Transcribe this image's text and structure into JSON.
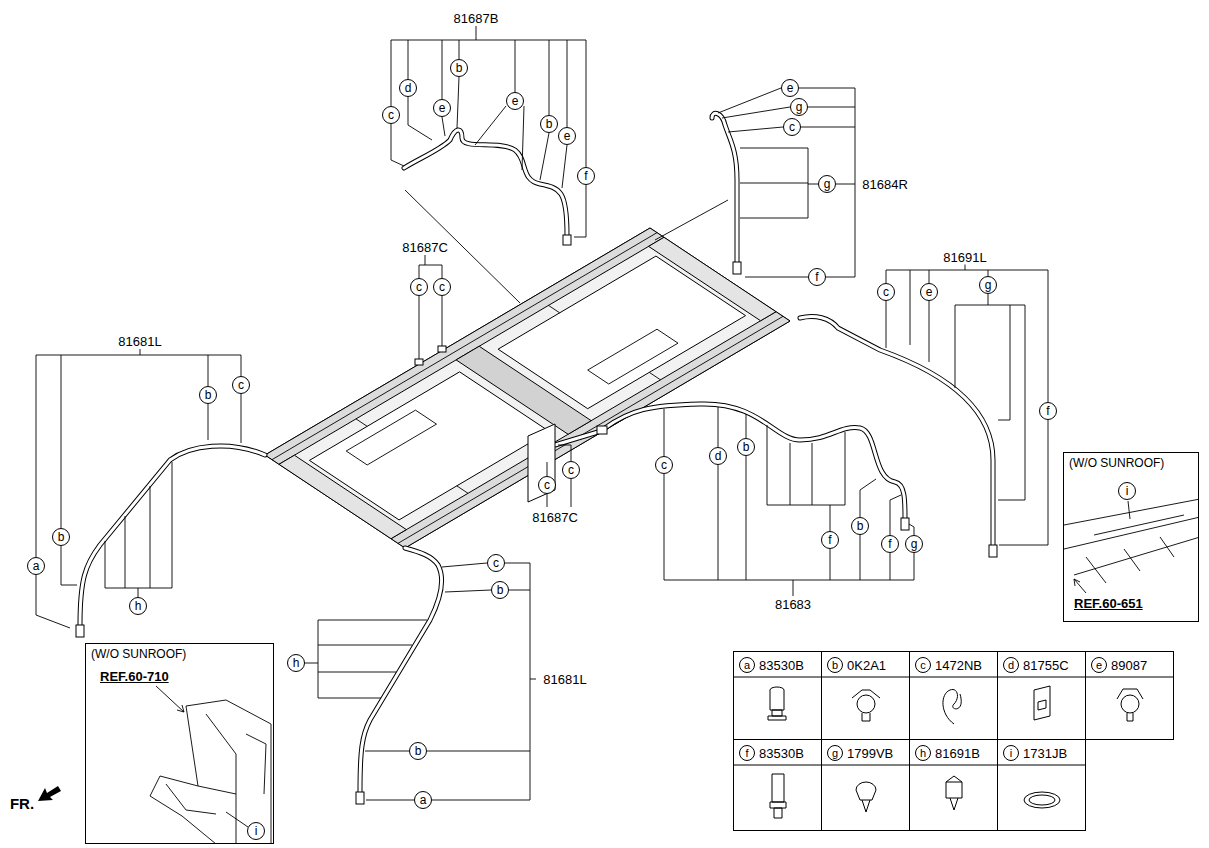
{
  "diagram": {
    "nodes": [
      {
        "text": [
          "(W/O SUNROOF)",
          "REF.60-651"
        ]
      },
      {
        "text": [
          "(W/O SUNROOF)",
          "REF.60-710"
        ]
      },
      {
        "text": [
          "a",
          "83530B"
        ]
      },
      {
        "text": [
          "b",
          "0K2A1"
        ]
      },
      {
        "text": [
          "c",
          "1472NB"
        ]
      },
      {
        "text": [
          "d",
          "81755C"
        ]
      },
      {
        "text": [
          "e",
          "89087"
        ]
      },
      {
        "text": [
          "f",
          "83530B"
        ]
      },
      {
        "text": [
          "g",
          "1799VB"
        ]
      },
      {
        "text": [
          "h",
          "81691B"
        ]
      },
      {
        "text": [
          "i",
          "1731JB"
        ]
      }
    ],
    "labels": [
      "81687B",
      "c",
      "d",
      "e",
      "b",
      "e",
      "b",
      "e",
      "f",
      "e",
      "g",
      "c",
      "g",
      "81684R",
      "f",
      "81687C",
      "c",
      "c",
      "81691L",
      "c",
      "e",
      "g",
      "81681L",
      "b",
      "c",
      "f",
      "c",
      "d",
      "b",
      "c",
      "c",
      "81687C",
      "b",
      "f",
      "f",
      "g",
      "b",
      "a",
      "c",
      "b",
      "81683",
      "h",
      "h",
      "81681L",
      "b",
      "a",
      "FR.",
      "i",
      "i"
    ]
  }
}
